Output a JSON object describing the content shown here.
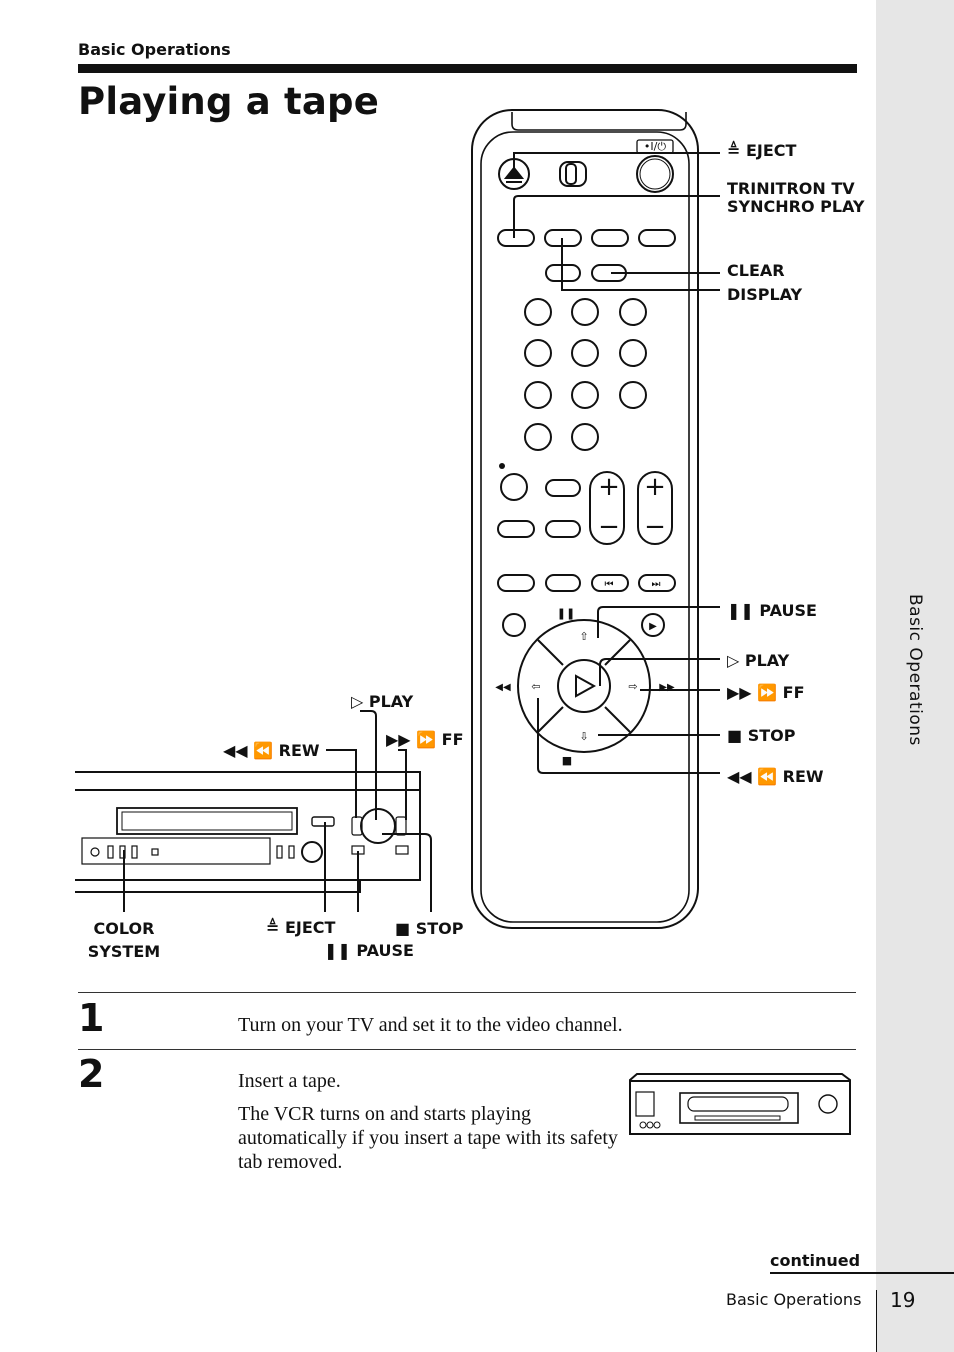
{
  "header": {
    "section": "Basic Operations",
    "title": "Playing a tape"
  },
  "sidebar": {
    "label": "Basic Operations"
  },
  "remote_labels": {
    "eject": "≜ EJECT",
    "trinitron_line1": "TRINITRON TV",
    "trinitron_line2": "SYNCHRO PLAY",
    "clear": "CLEAR",
    "display": "DISPLAY",
    "pause": "❚❚ PAUSE",
    "play": "▷ PLAY",
    "ff": "▶▶ ⏩ FF",
    "stop": "■ STOP",
    "rew": "◀◀ ⏪ REW"
  },
  "vcr_labels": {
    "play": "▷ PLAY",
    "rew": "◀◀ ⏪ REW",
    "ff": "▶▶ ⏩ FF",
    "color_line1": "COLOR",
    "color_line2": "SYSTEM",
    "eject": "≜ EJECT",
    "stop": "■ STOP",
    "pause": "❚❚ PAUSE"
  },
  "steps": [
    {
      "number": "1",
      "text": "Turn on your TV and set it to the video channel."
    },
    {
      "number": "2",
      "text": "Insert a tape.",
      "note": "The VCR turns on and starts playing automatically if you insert a tape with its safety tab removed."
    }
  ],
  "footer": {
    "continued": "continued",
    "section": "Basic Operations",
    "page": "19"
  }
}
